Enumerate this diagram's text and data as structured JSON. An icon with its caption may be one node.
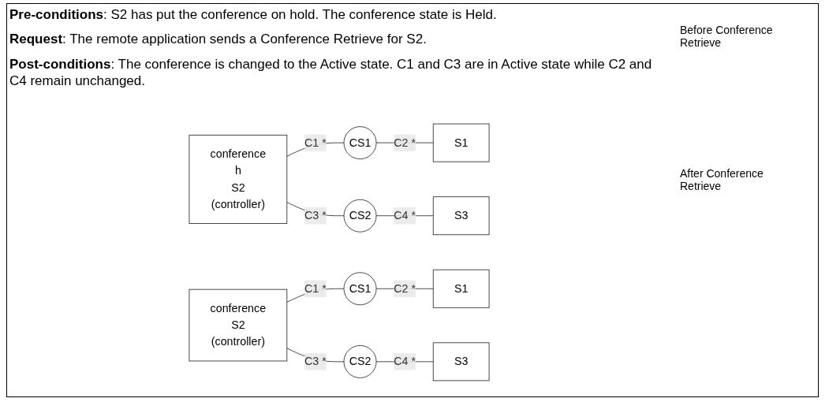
{
  "diagram": {
    "nodes": [
      {
        "text": [
          "conference",
          "h",
          "S2",
          "(controller)"
        ]
      },
      {
        "text": [
          "CS1"
        ]
      },
      {
        "text": [
          "S1"
        ]
      },
      {
        "text": [
          "CS2"
        ]
      },
      {
        "text": [
          "S3"
        ]
      },
      {
        "text": [
          "conference",
          "S2",
          "(controller)"
        ]
      },
      {
        "text": [
          "CS1"
        ]
      },
      {
        "text": [
          "S1"
        ]
      },
      {
        "text": [
          "CS2"
        ]
      },
      {
        "text": [
          "S3"
        ]
      }
    ],
    "edges": [
      {
        "from": 0,
        "to": 1,
        "arrow": "none",
        "label": "C1 *"
      },
      {
        "from": 1,
        "to": 2,
        "arrow": "none",
        "label": "C2 *"
      },
      {
        "from": 0,
        "to": 3,
        "arrow": "none",
        "label": "C3 *"
      },
      {
        "from": 3,
        "to": 4,
        "arrow": "none",
        "label": "C4 *"
      },
      {
        "from": 5,
        "to": 6,
        "arrow": "none",
        "label": "C1 *"
      },
      {
        "from": 6,
        "to": 7,
        "arrow": "none",
        "label": "C2 *"
      },
      {
        "from": 5,
        "to": 8,
        "arrow": "none",
        "label": "C3 *"
      },
      {
        "from": 8,
        "to": 9,
        "arrow": "none",
        "label": "C4 *"
      }
    ],
    "labels": [
      "**Pre-conditions**:  S2 has put the conference on hold.  The conference state is Held.",
      "**Request**:  The remote application sends a Conference Retrieve for S2.",
      "**Post-conditions**:  The conference is changed to the Active state.  C1 and C3 are in Active state while C2 and C4 remain unchanged.",
      "Before Conference Retrieve",
      "After Conference Retrieve"
    ]
  }
}
